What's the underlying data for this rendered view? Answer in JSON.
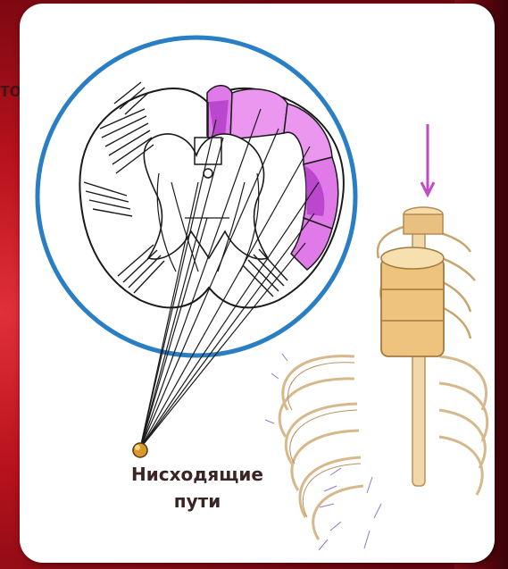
{
  "background_fragment": "то",
  "caption": {
    "line1": "Нисходящие",
    "line2": "пути"
  },
  "colors": {
    "circle_border": "#2a7fc4",
    "tract_fill": "#e07ae8",
    "tract_dark": "#b23bc7",
    "arrow": "#c04ac8",
    "spine": "#e8c27a",
    "background": "#b8121c"
  }
}
